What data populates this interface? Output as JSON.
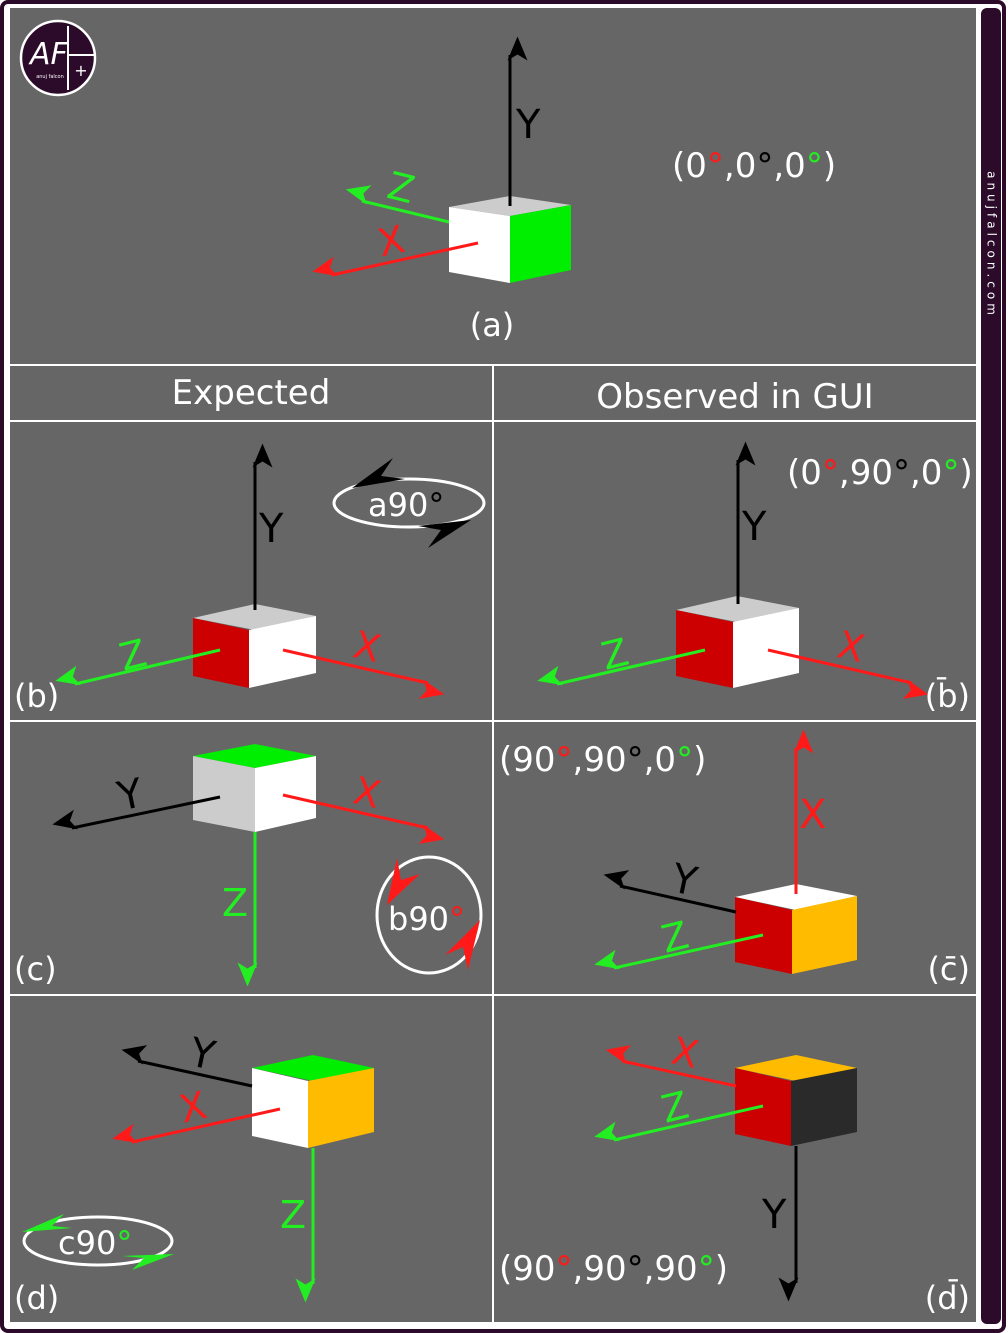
{
  "logo": {
    "letters": "AF",
    "plus": "+",
    "tagline": "anuj falcon"
  },
  "sidebar": {
    "site": "anujfalcon.com"
  },
  "headers": {
    "expected": "Expected",
    "observed": "Observed in GUI"
  },
  "axis_names": {
    "x": "X",
    "y": "Y",
    "z": "Z"
  },
  "colors": {
    "background": "#666666",
    "frame": "#2b0b29",
    "grid": "#ffffff",
    "x_axis": "#ff1a1a",
    "y_axis": "#000000",
    "z_axis": "#22ee22",
    "face_white": "#ffffff",
    "face_light_gray": "#cccccc",
    "face_green": "#00ee00",
    "face_red": "#cc0000",
    "face_orange": "#ffbb00",
    "face_dark": "#2a2a2a"
  },
  "panels": {
    "a": {
      "label": "(a)",
      "angles": {
        "open": "(",
        "x": "0",
        "xdeg": "°",
        "s1": ",",
        "y": "0",
        "ydeg": "°",
        "s2": ",",
        "z": "0",
        "zdeg": "°",
        "close": ")"
      }
    },
    "b": {
      "label": "(b)",
      "rotation": {
        "text": "a90",
        "deg": "°"
      }
    },
    "b_obs": {
      "label": "(b̄)",
      "angles": {
        "open": "(",
        "x": "0",
        "xdeg": "°",
        "s1": ",",
        "y": "90",
        "ydeg": "°",
        "s2": ",",
        "z": "0",
        "zdeg": "°",
        "close": ")"
      }
    },
    "c": {
      "label": "(c)",
      "rotation": {
        "text": "b90",
        "deg": "°"
      }
    },
    "c_obs": {
      "label": "(c̄)",
      "angles": {
        "open": "(",
        "x": "90",
        "xdeg": "°",
        "s1": ",",
        "y": "90",
        "ydeg": "°",
        "s2": ",",
        "z": "0",
        "zdeg": "°",
        "close": ")"
      }
    },
    "d": {
      "label": "(d)",
      "rotation": {
        "text": "c90",
        "deg": "°"
      }
    },
    "d_obs": {
      "label": "(d̄)",
      "angles": {
        "open": "(",
        "x": "90",
        "xdeg": "°",
        "s1": ",",
        "y": "90",
        "ydeg": "°",
        "s2": ",",
        "z": "90",
        "zdeg": "°",
        "close": ")"
      }
    }
  }
}
